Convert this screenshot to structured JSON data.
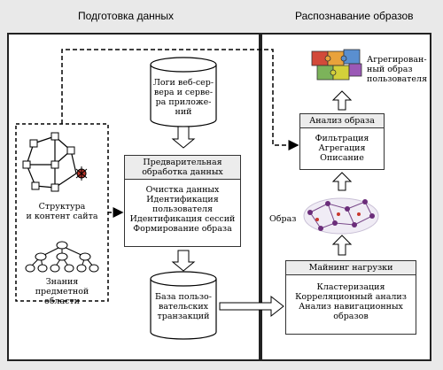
{
  "headers": {
    "left": "Подготовка данных",
    "right": "Распознавание образов"
  },
  "logs": {
    "lines": [
      "Логи веб-сер-",
      "вера и серве-",
      "ра приложе-",
      "ний"
    ]
  },
  "preprocess": {
    "title_lines": [
      "Предварительная",
      "обработка данных"
    ],
    "items": [
      "Очистка данных",
      "Идентификация",
      "пользователя",
      "Идентификация сессий",
      "Формирование образа"
    ]
  },
  "database": {
    "lines": [
      "База пользо-",
      "вательских",
      "транзакций"
    ]
  },
  "site_structure": {
    "lines": [
      "Структура",
      "и контент сайта"
    ]
  },
  "domain_knowledge": {
    "lines": [
      "Знания предметной",
      "области"
    ]
  },
  "mining": {
    "title": "Майнинг нагрузки",
    "items": [
      "Кластеризация",
      "Корреляционный анализ",
      "Анализ навигационных",
      "образов"
    ]
  },
  "analysis": {
    "title": "Анализ образа",
    "items": [
      "Фильтрация",
      "Агрегация",
      "Описание"
    ]
  },
  "aggregated": {
    "lines": [
      "Агрегирован-",
      "ный образ",
      "пользователя"
    ]
  },
  "pattern_label": "Образ",
  "colors": {
    "puzzle": [
      "#d24a3a",
      "#e9a23b",
      "#5a8fd0",
      "#7cb35a",
      "#d3d03a",
      "#9b59b6"
    ]
  }
}
